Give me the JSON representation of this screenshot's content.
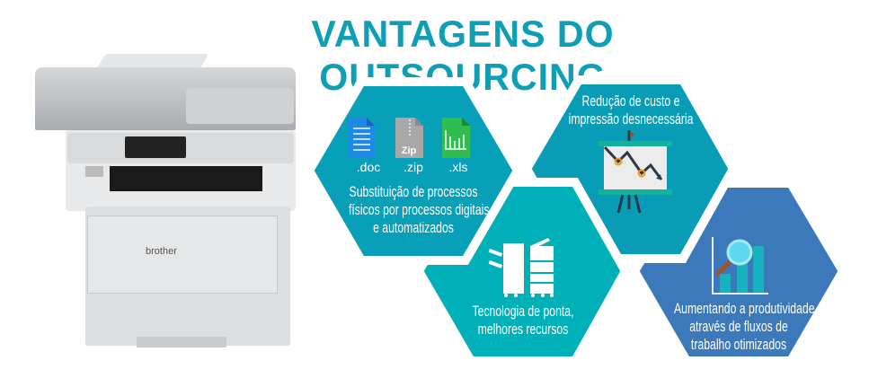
{
  "title": "VANTAGENS DO OUTSOURCING",
  "printer": {
    "brand": "brother"
  },
  "colors": {
    "title": "#0e9fb5",
    "hex1": "#08a0b9",
    "hex2": "#089cb7",
    "hex3": "#00b0b8",
    "hex4": "#3b79ba"
  },
  "benefits": [
    {
      "icon": "file-types-icon",
      "files": [
        ".doc",
        ".zip",
        ".xls"
      ],
      "lines": [
        "Substituição de processos",
        "físicos por processos digitais",
        "e automatizados"
      ]
    },
    {
      "icon": "chart-easel-icon",
      "lines": [
        "Redução de custo e",
        "impressão desnecessária"
      ]
    },
    {
      "icon": "copier-icon",
      "lines": [
        "Tecnologia de ponta,",
        "melhores recursos"
      ]
    },
    {
      "icon": "chart-magnifier-icon",
      "lines": [
        "Aumentando a produtividade",
        "através de fluxos de",
        "trabalho otimizados"
      ]
    }
  ],
  "zip_label": "Zip"
}
